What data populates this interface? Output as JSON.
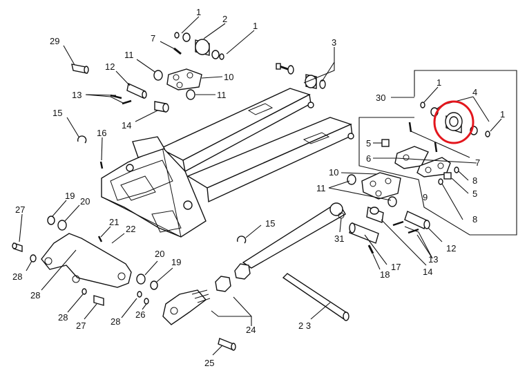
{
  "diagram": {
    "highlight_color": "#e3161d",
    "callouts": [
      {
        "id": "c-1a",
        "text": "1"
      },
      {
        "id": "c-1b",
        "text": "1"
      },
      {
        "id": "c-2",
        "text": "2"
      },
      {
        "id": "c-7a",
        "text": "7"
      },
      {
        "id": "c-29",
        "text": "29"
      },
      {
        "id": "c-11a",
        "text": "11"
      },
      {
        "id": "c-12a",
        "text": "12"
      },
      {
        "id": "c-10a",
        "text": "10"
      },
      {
        "id": "c-11b",
        "text": "11"
      },
      {
        "id": "c-13a",
        "text": "13"
      },
      {
        "id": "c-14a",
        "text": "14"
      },
      {
        "id": "c-15a",
        "text": "15"
      },
      {
        "id": "c-16",
        "text": "16"
      },
      {
        "id": "c-3",
        "text": "3"
      },
      {
        "id": "c-30",
        "text": "30"
      },
      {
        "id": "c-1c",
        "text": "1"
      },
      {
        "id": "c-4",
        "text": "4"
      },
      {
        "id": "c-1d",
        "text": "1"
      },
      {
        "id": "c-5a",
        "text": "5"
      },
      {
        "id": "c-6",
        "text": "6"
      },
      {
        "id": "c-7b",
        "text": "7"
      },
      {
        "id": "c-10b",
        "text": "10"
      },
      {
        "id": "c-8a",
        "text": "8"
      },
      {
        "id": "c-5b",
        "text": "5"
      },
      {
        "id": "c-11c",
        "text": "11"
      },
      {
        "id": "c-9",
        "text": "9"
      },
      {
        "id": "c-8b",
        "text": "8"
      },
      {
        "id": "c-27a",
        "text": "27"
      },
      {
        "id": "c-19a",
        "text": "19"
      },
      {
        "id": "c-20a",
        "text": "20"
      },
      {
        "id": "c-21",
        "text": "21"
      },
      {
        "id": "c-22",
        "text": "22"
      },
      {
        "id": "c-15b",
        "text": "15"
      },
      {
        "id": "c-31",
        "text": "31"
      },
      {
        "id": "c-12b",
        "text": "12"
      },
      {
        "id": "c-28a",
        "text": "28"
      },
      {
        "id": "c-13b",
        "text": "13"
      },
      {
        "id": "c-17",
        "text": "17"
      },
      {
        "id": "c-14b",
        "text": "14"
      },
      {
        "id": "c-18",
        "text": "18"
      },
      {
        "id": "c-20b",
        "text": "20"
      },
      {
        "id": "c-19b",
        "text": "19"
      },
      {
        "id": "c-28b",
        "text": "28"
      },
      {
        "id": "c-28c",
        "text": "28"
      },
      {
        "id": "c-27b",
        "text": "27"
      },
      {
        "id": "c-28d",
        "text": "28"
      },
      {
        "id": "c-26",
        "text": "26"
      },
      {
        "id": "c-24",
        "text": "24"
      },
      {
        "id": "c-23",
        "text": "2 3"
      },
      {
        "id": "c-25",
        "text": "25"
      }
    ]
  }
}
